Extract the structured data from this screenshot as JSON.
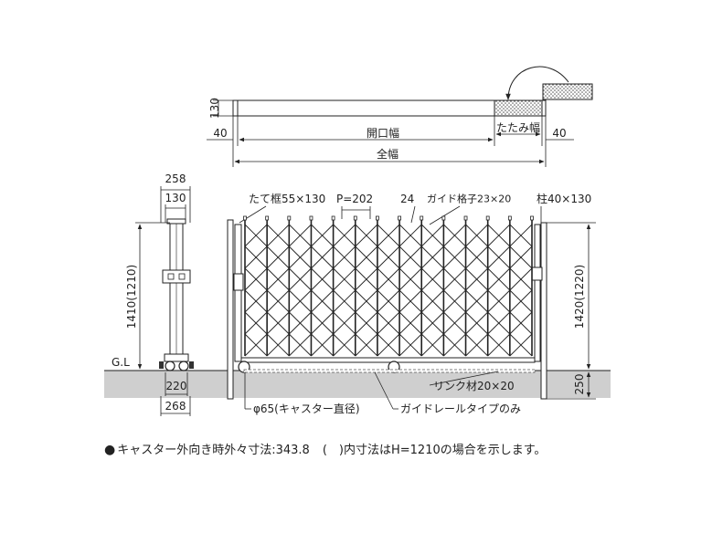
{
  "top_view": {
    "dim_130": "130",
    "dim_40_left": "40",
    "dim_40_right": "40",
    "opening_width": "開口幅",
    "folded_width": "たたみ幅",
    "total_width": "全幅"
  },
  "side_view": {
    "dim_258": "258",
    "dim_130": "130",
    "height_label": "1410(1210)",
    "dim_220": "220",
    "dim_268": "268",
    "ground_label": "G.L"
  },
  "front_view": {
    "frame_label": "たて框55×130",
    "pitch_label": "P=202",
    "dim_24": "24",
    "guide_lattice_label": "ガイド格子23×20",
    "post_label": "柱40×130",
    "height_right_label": "1420(1220)",
    "dim_250": "250",
    "link_label": "リンク材20×20",
    "caster_label": "φ65(キャスター直径)",
    "guide_rail_label": "ガイドレールタイプのみ"
  },
  "footnote": {
    "bullet": "●",
    "caster_note": "キャスター外向き時外々寸法:343.8",
    "paren": "(　)",
    "size_note": "内寸法はH=1210の場合を示します。"
  }
}
